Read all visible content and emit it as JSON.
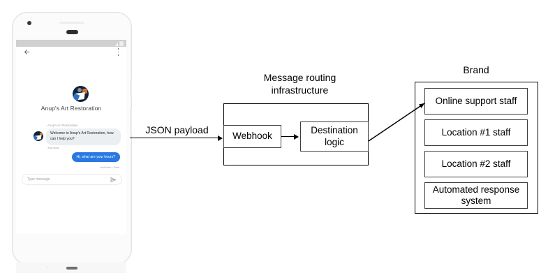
{
  "phone": {
    "statusbar": {
      "signal_icon": "signal-triangle-icon",
      "battery_icon": "battery-icon"
    },
    "appbar": {
      "back_icon": "back-arrow-icon",
      "more_icon": "overflow-menu-icon"
    },
    "avatar_icon": "brand-avatar-icon",
    "brand_title": "Anup's Art Restoration",
    "conversation": {
      "sender_name": "Anup's Art Restoration",
      "incoming_message": "Welcome to Anup's Art Restoration, how can I help you?",
      "incoming_timestamp": "Just Now",
      "outgoing_message": "Hi, what are your hours?",
      "outgoing_timestamp": "Just Now • Sent",
      "bubble_incoming_color": "#eceff1",
      "bubble_outgoing_color": "#2a79e3"
    },
    "composer": {
      "placeholder": "Type message",
      "send_icon": "send-icon"
    },
    "navbar": {
      "back_icon": "nav-back-icon",
      "home_pill": "nav-home-pill"
    }
  },
  "diagram": {
    "json_payload_label": "JSON payload",
    "middle": {
      "title": "Message routing\ninfrastructure",
      "webhook_label": "Webhook",
      "destination_label": "Destination\nlogic"
    },
    "brand": {
      "title": "Brand",
      "items": [
        {
          "label": "Online support\nstaff"
        },
        {
          "label": "Location #1\nstaff"
        },
        {
          "label": "Location #2\nstaff"
        },
        {
          "label": "Automated\nresponse system"
        }
      ]
    }
  }
}
